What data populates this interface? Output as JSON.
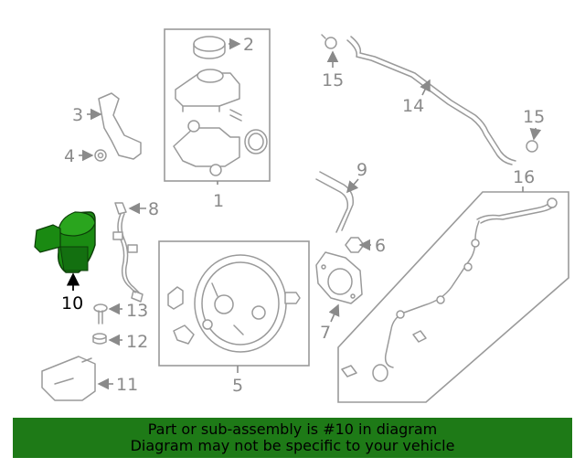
{
  "callouts": {
    "c1": "1",
    "c2": "2",
    "c3": "3",
    "c4": "4",
    "c5": "5",
    "c6": "6",
    "c7": "7",
    "c8": "8",
    "c9": "9",
    "c10": "10",
    "c11": "11",
    "c12": "12",
    "c13": "13",
    "c14": "14",
    "c15a": "15",
    "c15b": "15",
    "c16": "16"
  },
  "highlight": {
    "part_number": "10",
    "color": "#1e7a17"
  },
  "banner": {
    "line1": "Part or sub-assembly is #10 in diagram",
    "line2": "Diagram may not be specific to your vehicle",
    "background": "#1e7a17"
  }
}
